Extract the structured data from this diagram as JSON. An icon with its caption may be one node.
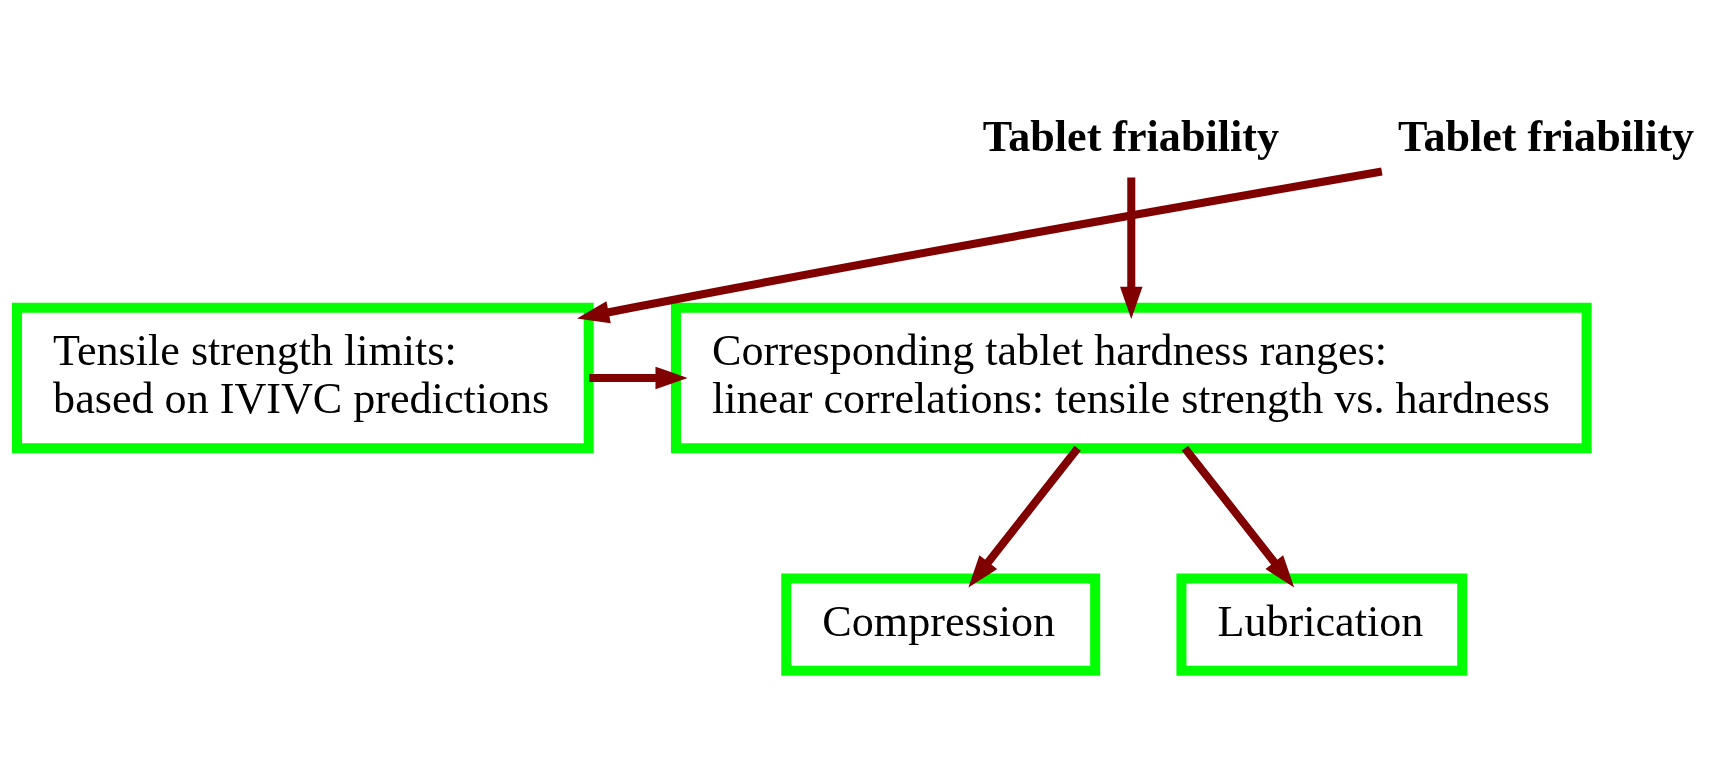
{
  "diagram": {
    "nodes": [
      {
        "text": [
          "Tablet friability"
        ]
      },
      {
        "text": [
          "Tensile strength limits:",
          "based on IVIVC predictions"
        ]
      },
      {
        "text": [
          "Corresponding tablet hardness ranges:",
          "linear correlations: tensile strength vs. hardness"
        ]
      },
      {
        "text": [
          "Tablet friability"
        ]
      },
      {
        "text": [
          "Compression"
        ]
      },
      {
        "text": [
          "Lubrication"
        ]
      }
    ],
    "edges": [
      {
        "from": 0,
        "to": 2,
        "arrow": "to"
      },
      {
        "from": 1,
        "to": 2,
        "arrow": "to"
      },
      {
        "from": 3,
        "to": 1,
        "arrow": "to"
      },
      {
        "from": 2,
        "to": 4,
        "arrow": "to"
      },
      {
        "from": 2,
        "to": 5,
        "arrow": "to"
      }
    ]
  }
}
